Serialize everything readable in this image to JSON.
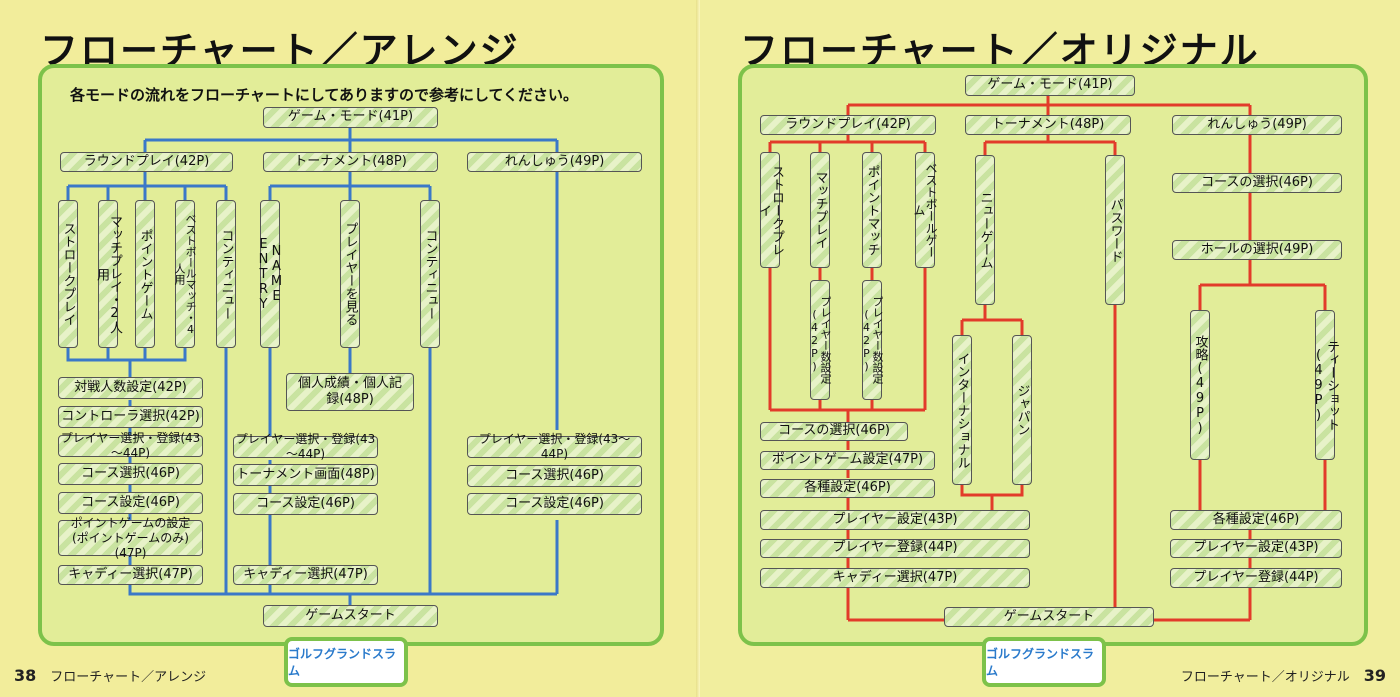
{
  "left": {
    "title": "フローチャート／アレンジ",
    "note": "各モードの流れをフローチャートにしてありますので参考にしてください。",
    "page_number": "38",
    "footer": "フローチャート／アレンジ",
    "colors": {
      "line": "#3a78c8",
      "frame": "#7dc24a"
    },
    "boxes": {
      "game_mode": "ゲーム・モード(41P)",
      "round_play": "ラウンドプレイ(42P)",
      "tournament": "トーナメント(48P)",
      "practice": "れんしゅう(49P)",
      "stroke": "ストロークプレイ",
      "match": "マッチプレイ・2人用",
      "point": "ポイントゲーム",
      "bestball": "ベストボールマッチ・4人用",
      "continue1": "コンティニュー",
      "name_entry": "NAME ENTRY",
      "see_player": "プレイヤーを見る",
      "continue2": "コンティニュー",
      "records": "個人成績・個人記録(48P)",
      "vs_count": "対戦人数設定(42P)",
      "controller": "コントローラ選択(42P)",
      "player_reg1": "プレイヤー選択・登録(43～44P)",
      "course_sel1": "コース選択(46P)",
      "course_set1": "コース設定(46P)",
      "point_setting": "ポイントゲームの設定(ポイントゲームのみ)(47P)",
      "caddie1": "キャディー選択(47P)",
      "player_reg2": "プレイヤー選択・登録(43～44P)",
      "tour_screen": "トーナメント画面(48P)",
      "course_set2": "コース設定(46P)",
      "caddie2": "キャディー選択(47P)",
      "player_reg3": "プレイヤー選択・登録(43～44P)",
      "course_sel3": "コース選択(46P)",
      "course_set3": "コース設定(46P)",
      "start": "ゲームスタート"
    }
  },
  "right": {
    "title": "フローチャート／オリジナル",
    "page_number": "39",
    "footer": "フローチャート／オリジナル",
    "colors": {
      "line": "#e23b2a",
      "frame": "#7dc24a"
    },
    "boxes": {
      "game_mode": "ゲーム・モード(41P)",
      "round_play": "ラウンドプレイ(42P)",
      "tournament": "トーナメント(48P)",
      "practice": "れんしゅう(49P)",
      "stroke": "ストロークプレイ",
      "match": "マッチプレイ",
      "point": "ポイントマッチ",
      "bestball": "ベストボールゲーム",
      "new_game": "ニューゲーム",
      "password": "パスワード",
      "pcount1": "プレイヤー数設定(42P)",
      "pcount2": "プレイヤー数設定(42P)",
      "international": "インターナショナル",
      "japan": "ジャパン",
      "course_sel": "コースの選択(46P)",
      "point_setting": "ポイントゲーム設定(47P)",
      "misc_setting": "各種設定(46P)",
      "player_setting": "プレイヤー設定(43P)",
      "player_register": "プレイヤー登録(44P)",
      "caddie": "キャディー選択(47P)",
      "start": "ゲームスタート",
      "p_course_sel": "コースの選択(46P)",
      "hole_sel": "ホールの選択(49P)",
      "strategy": "攻略(49P)",
      "teeshot": "ティーショット(49P)",
      "p_misc": "各種設定(46P)",
      "p_player_setting": "プレイヤー設定(43P)",
      "p_player_register": "プレイヤー登録(44P)"
    }
  },
  "logo_text": "ゴルフグランドスラム"
}
